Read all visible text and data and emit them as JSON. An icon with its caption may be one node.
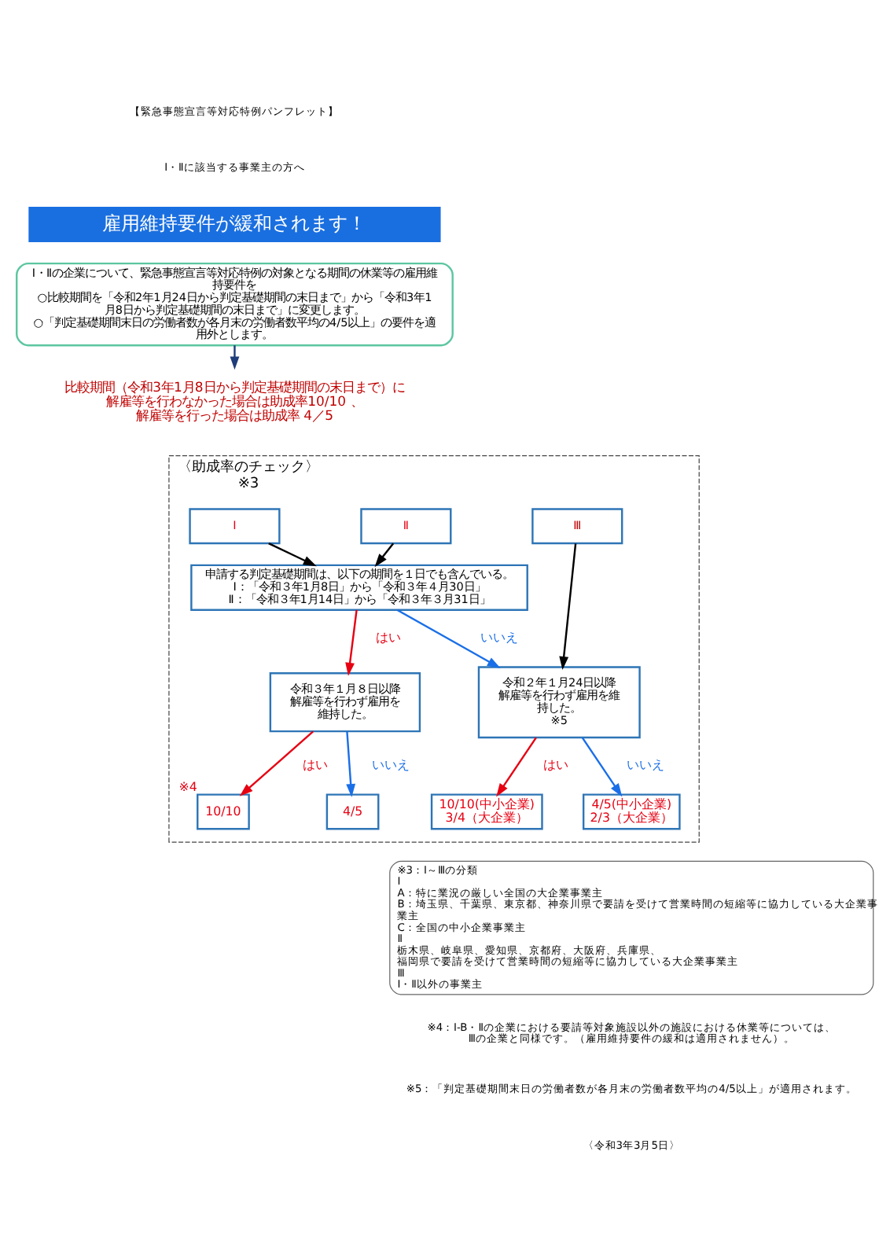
{
  "diagram": {
    "nodes": [
      {
        "text": [
          "雇用維持要件が緩和されます！"
        ]
      },
      {
        "text": [
          "Ⅰ・Ⅱの企業について、緊急事態宣言等対応特例の対象となる期間の休業等の雇用維持要件を",
          "○比較期間を「令和2年1月24日から判定基礎期間の末日まで」から「令和3年1月8日から判定基礎期間の末日まで」に変更します。",
          "○「判定基礎期間末日の労働者数が各月末の労働者数平均の4/5以上」の要件を適用外とします。"
        ]
      },
      {
        "text": [
          "比較期間（令和3年1月8日から判定基礎期間の末日まで）に",
          "解雇等を行わなかった場合は助成率10/10 、解雇等を行った場合は助成率 4／5"
        ]
      },
      {
        "text": [
          "〈助成率のチェック〉",
          "※3"
        ]
      },
      {
        "text": [
          "Ⅰ"
        ],
        "in": 3
      },
      {
        "text": [
          "Ⅱ"
        ],
        "in": 3
      },
      {
        "text": [
          "Ⅲ"
        ],
        "in": 3
      },
      {
        "text": [
          "申請する判定基礎期間は、以下の期間を１日でも含んでいる。",
          "Ⅰ：「令和３年1月8日」から「令和３年４月30日」",
          "Ⅱ：「令和３年1月14日」から「令和３年３月31日」"
        ],
        "in": 3
      },
      {
        "text": [
          "令和３年１月８日以降解雇等を行わず雇用を維持した。"
        ],
        "in": 3
      },
      {
        "text": [
          "令和２年１月24日以降解雇等を行わず雇用を維持した。",
          "※5"
        ],
        "in": 3
      },
      {
        "text": [
          "10/10"
        ],
        "beside": [
          "※4"
        ],
        "in": 3
      },
      {
        "text": [
          "4/5"
        ],
        "in": 3
      },
      {
        "text": [
          "10/10(中小企業)3/4（大企業）"
        ],
        "in": 3
      },
      {
        "text": [
          "4/5(中小企業)2/3（大企業）"
        ],
        "in": 3
      },
      {
        "text": [
          "※3：Ⅰ～Ⅲの分類",
          "Ⅰ",
          "A：特に業況の厳しい全国の大企業事業主",
          "B：埼玉県、千葉県、東京都、神奈川県で要請を受けて営業時間の短縮等に協力している大企業事業主",
          "C：全国の中小企業事業主",
          "Ⅱ",
          "栃木県、岐阜県、愛知県、京都府、大阪府、兵庫県、福岡県で要請を受けて営業時間の短縮等に協力している大企業事業主",
          "Ⅲ",
          "Ⅰ・Ⅱ以外の事業主"
        ]
      }
    ],
    "edges": [
      {
        "from": 1,
        "to": 2,
        "arrow": "to",
        "color": "#1f3d7a"
      },
      {
        "from": 4,
        "to": 7,
        "arrow": "to"
      },
      {
        "from": 5,
        "to": 7,
        "arrow": "to"
      },
      {
        "from": 7,
        "to": 8,
        "arrow": "to",
        "label": "はい",
        "color": "#e60012"
      },
      {
        "from": 7,
        "to": 9,
        "arrow": "to",
        "label": "いいえ",
        "color": "#1a6fe8"
      },
      {
        "from": 6,
        "to": 9,
        "arrow": "to"
      },
      {
        "from": 8,
        "to": 10,
        "arrow": "to",
        "label": "はい",
        "color": "#e60012"
      },
      {
        "from": 8,
        "to": 11,
        "arrow": "to",
        "label": "いいえ",
        "color": "#1a6fe8"
      },
      {
        "from": 9,
        "to": 12,
        "arrow": "to",
        "label": "はい",
        "color": "#e60012"
      },
      {
        "from": 9,
        "to": 13,
        "arrow": "to",
        "label": "いいえ",
        "color": "#1a6fe8"
      }
    ],
    "labels": [
      "【緊急事態宣言等対応特例パンフレット】",
      "Ⅰ・Ⅱに該当する事業主の方へ",
      "※4：Ⅰ-B・Ⅱの企業における要請等対象施設以外の施設における休業等については、Ⅲの企業と同様です。（雇用維持要件の緩和は適用されません）。",
      "※5：「判定基礎期間末日の労働者数が各月末の労働者数平均の4/5以上」が適用されます。",
      "〈令和3年3月5日〉"
    ]
  }
}
